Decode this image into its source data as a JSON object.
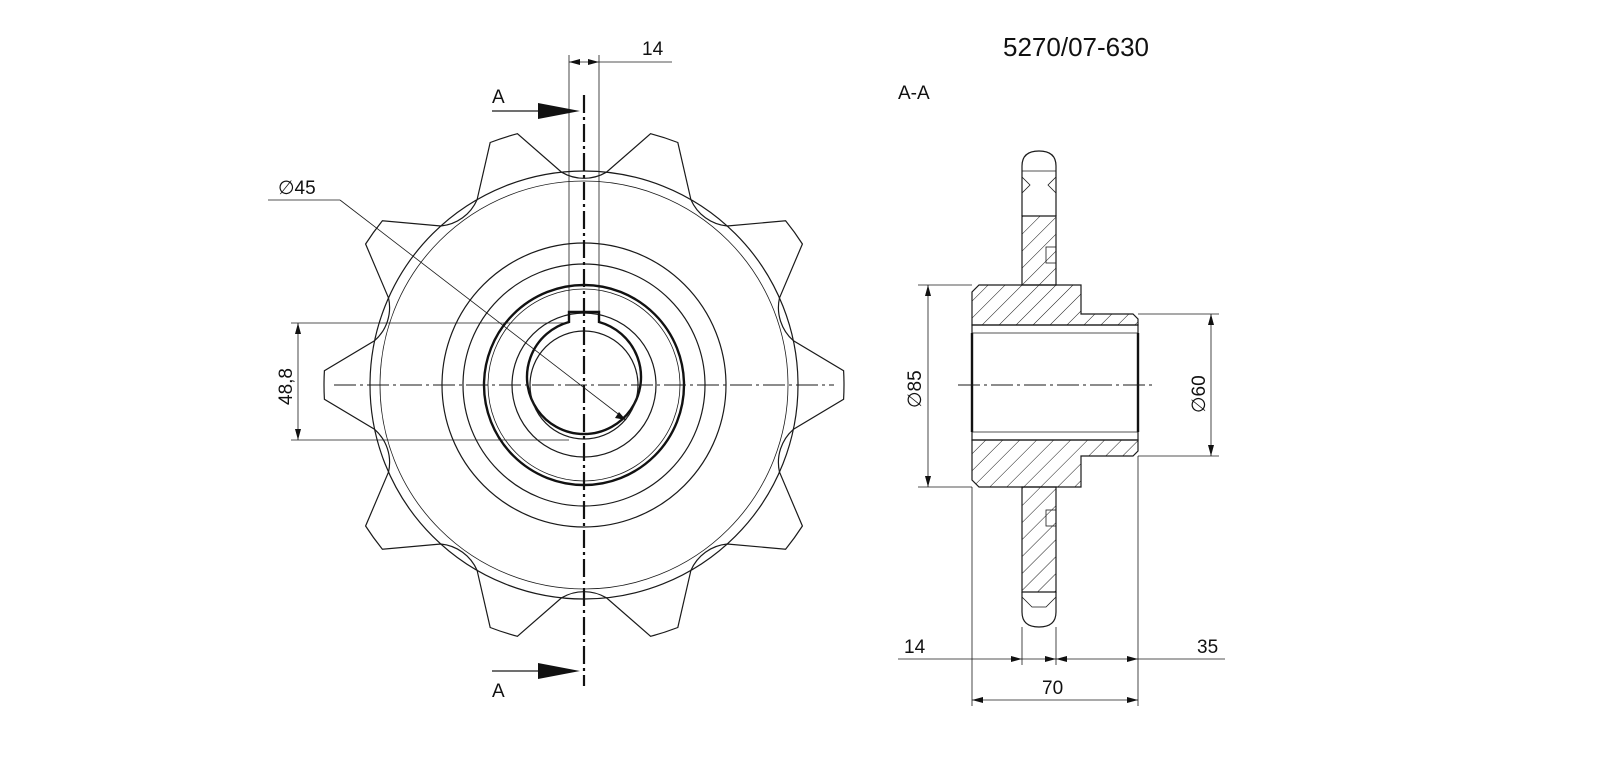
{
  "title": "5270/07-630",
  "section_label": "A-A",
  "section_markers": {
    "top": "A",
    "bottom": "A"
  },
  "front_view": {
    "dim_keyway_width": "14",
    "dim_bore": "∅45",
    "dim_key_height": "48,8"
  },
  "section_view": {
    "dim_hub_outer": "∅85",
    "dim_step": "∅60",
    "dim_left": "14",
    "dim_right": "35",
    "dim_length": "70"
  },
  "colors": {
    "line": "#1a1a1a",
    "background": "#ffffff"
  }
}
